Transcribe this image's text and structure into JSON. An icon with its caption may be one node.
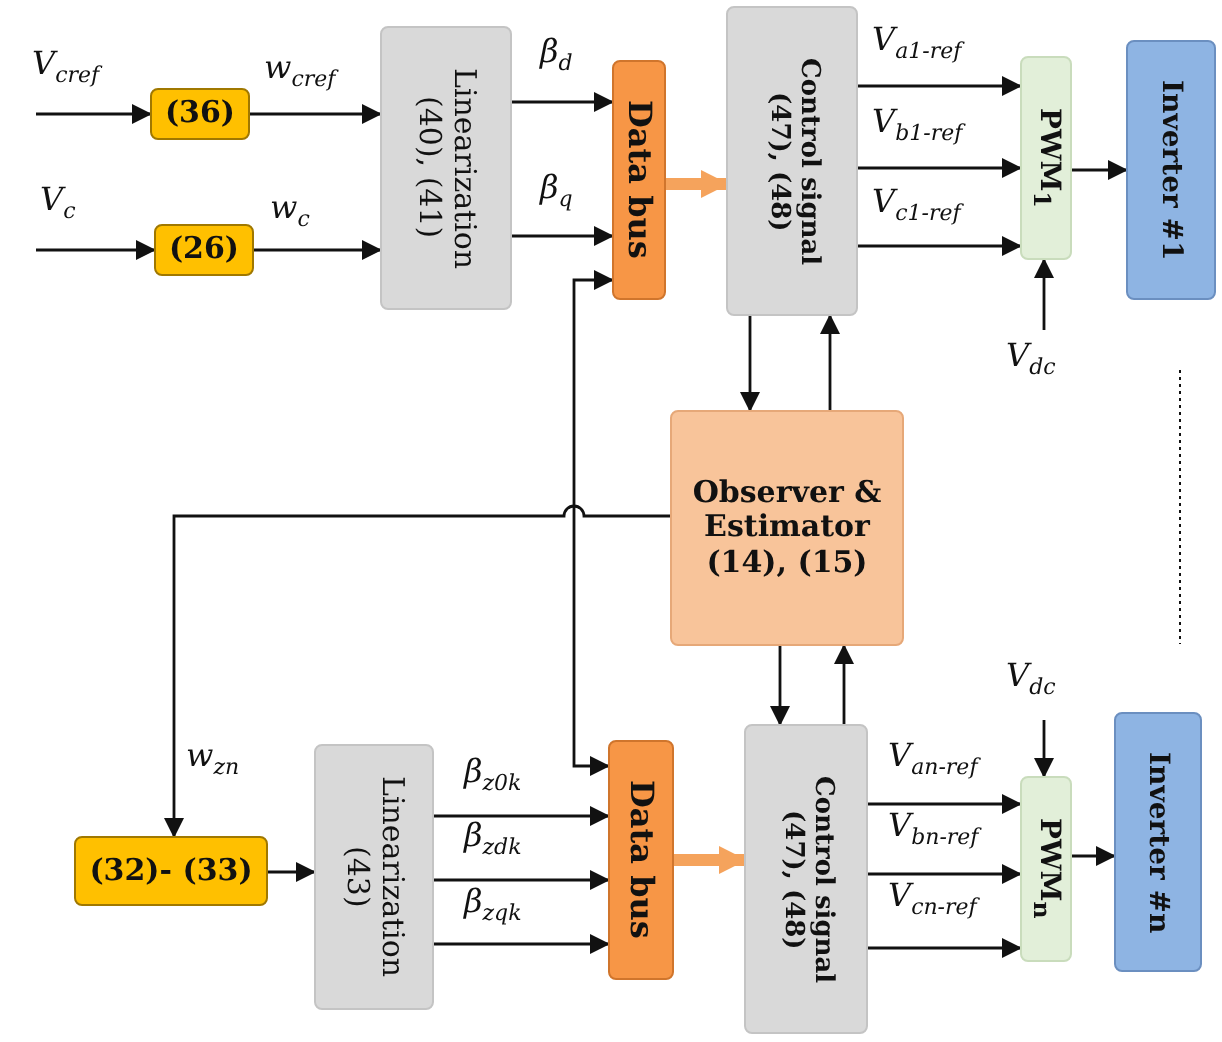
{
  "diagram": {
    "nodes": [
      {
        "text": [
          "(36)"
        ]
      },
      {
        "text": [
          "(26)"
        ]
      },
      {
        "text": [
          "Linearization",
          "(40), (41)"
        ]
      },
      {
        "text": [
          "Data bus"
        ]
      },
      {
        "text": [
          "Control signal",
          "(47), (48)"
        ]
      },
      {
        "text": [
          "PWM$_{1}$"
        ]
      },
      {
        "text": [
          "Inverter #1"
        ]
      },
      {
        "text": [
          "Observer & Estimator (14), (15)"
        ]
      },
      {
        "text": [
          "(32)- (33)"
        ]
      },
      {
        "text": [
          "Linearization",
          "(43)"
        ]
      },
      {
        "text": [
          "Data bus"
        ]
      },
      {
        "text": [
          "Control signal",
          "(47), (48)"
        ]
      },
      {
        "text": [
          "PWM$_{n}$"
        ]
      },
      {
        "text": [
          "Inverter #n"
        ]
      }
    ],
    "edges": [
      {
        "from": null,
        "to": 0,
        "arrow": "to",
        "label": "V$_{cref}$"
      },
      {
        "from": 0,
        "to": 2,
        "arrow": "to",
        "label": "w$_{cref}$"
      },
      {
        "from": null,
        "to": 1,
        "arrow": "to",
        "label": "V$_{c}$"
      },
      {
        "from": 1,
        "to": 2,
        "arrow": "to",
        "label": "w$_{c}$"
      },
      {
        "from": 2,
        "to": 3,
        "arrow": "to",
        "label": "β$_{d}$"
      },
      {
        "from": 2,
        "to": 3,
        "arrow": "to",
        "label": "β$_{q}$"
      },
      {
        "from": 3,
        "to": 4,
        "arrow": "to",
        "style": "thick",
        "color": "#f5a35c"
      },
      {
        "from": 4,
        "to": 5,
        "arrow": "to",
        "label": "V$_{a1-ref}$"
      },
      {
        "from": 4,
        "to": 5,
        "arrow": "to",
        "label": "V$_{b1-ref}$"
      },
      {
        "from": 4,
        "to": 5,
        "arrow": "to",
        "label": "V$_{c1-ref}$"
      },
      {
        "from": 5,
        "to": 6,
        "arrow": "to"
      },
      {
        "from": null,
        "to": 5,
        "arrow": "to",
        "label": "V$_{dc}$"
      },
      {
        "from": 4,
        "to": 7,
        "arrow": "to"
      },
      {
        "from": 7,
        "to": 4,
        "arrow": "to"
      },
      {
        "from": 7,
        "to": 8,
        "arrow": "to",
        "label": "w$_{zn}$"
      },
      {
        "from": 10,
        "to": 3,
        "arrow": "both"
      },
      {
        "from": 8,
        "to": 9,
        "arrow": "to"
      },
      {
        "from": 9,
        "to": 10,
        "arrow": "to",
        "label": "β$_{z0k}$"
      },
      {
        "from": 9,
        "to": 10,
        "arrow": "to",
        "label": "β$_{zdk}$"
      },
      {
        "from": 9,
        "to": 10,
        "arrow": "to",
        "label": "β$_{zqk}$"
      },
      {
        "from": 10,
        "to": 11,
        "arrow": "to",
        "style": "thick",
        "color": "#f5a35c"
      },
      {
        "from": 7,
        "to": 11,
        "arrow": "to"
      },
      {
        "from": 11,
        "to": 7,
        "arrow": "to"
      },
      {
        "from": 11,
        "to": 12,
        "arrow": "to",
        "label": "V$_{an-ref}$"
      },
      {
        "from": 11,
        "to": 12,
        "arrow": "to",
        "label": "V$_{bn-ref}$"
      },
      {
        "from": 11,
        "to": 12,
        "arrow": "to",
        "label": "V$_{cn-ref}$"
      },
      {
        "from": 12,
        "to": 13,
        "arrow": "to"
      },
      {
        "from": null,
        "to": 12,
        "arrow": "to",
        "label": "V$_{dc}$"
      }
    ]
  }
}
